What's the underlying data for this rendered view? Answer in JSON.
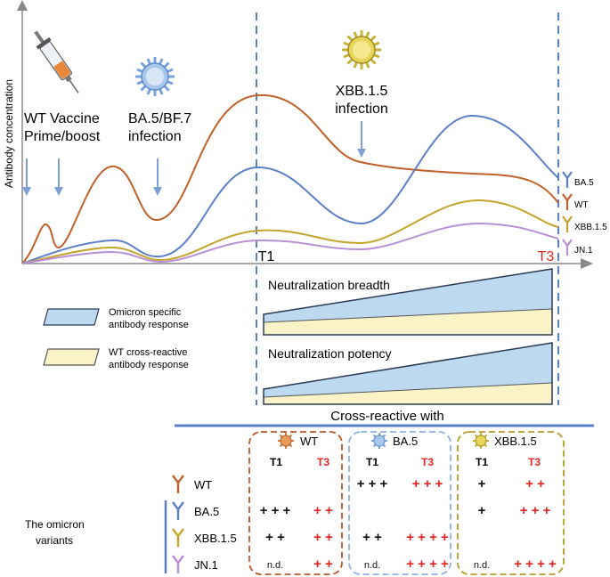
{
  "y_axis_label": "Antibody concentration",
  "annotations": {
    "vaccine": [
      "WT Vaccine",
      "Prime/boost"
    ],
    "ba5": [
      "BA.5/BF.7",
      "infection"
    ],
    "xbb": [
      "XBB.1.5",
      "infection"
    ]
  },
  "timepoints": {
    "t1": "T1",
    "t3": "T3"
  },
  "curve_labels": [
    "BA.5",
    "WT",
    "XBB.1.5",
    "JN.1"
  ],
  "colors": {
    "ba5": "#5b80c8",
    "wt": "#c0602a",
    "xbb": "#c4a42c",
    "jn1": "#b98fd8",
    "red": "#e32222",
    "axis": "#888888",
    "dashed": "#5a7fc9",
    "omicron_fill": "#bcd9ef",
    "wt_fill": "#fbf3c8"
  },
  "legend": {
    "omicron": [
      "Omicron specific",
      "antibody response"
    ],
    "wt": [
      "WT cross-reactive",
      "antibody response"
    ]
  },
  "panels": {
    "breadth": "Neutralization breadth",
    "potency": "Neutralization potency"
  },
  "cross_reactive": {
    "title": "Cross-reactive with",
    "columns": [
      "WT",
      "BA.5",
      "XBB.1.5"
    ],
    "t1": "T1",
    "t3": "T3",
    "row_labels": [
      "WT",
      "BA.5",
      "XBB.1.5",
      "JN.1"
    ],
    "group_label": [
      "The omicron",
      "variants"
    ],
    "cells": [
      [
        {
          "t1": "",
          "t3": ""
        },
        {
          "t1": "+ + +",
          "t3": "+ + +"
        },
        {
          "t1": "+",
          "t3": "+ +"
        }
      ],
      [
        {
          "t1": "+ + +",
          "t3": "+ +"
        },
        {
          "t1": "",
          "t3": ""
        },
        {
          "t1": "+",
          "t3": "+ + +"
        }
      ],
      [
        {
          "t1": "+ +",
          "t3": "+ +"
        },
        {
          "t1": "+ +",
          "t3": "+ + + +"
        },
        {
          "t1": "",
          "t3": ""
        }
      ],
      [
        {
          "t1": "n.d.",
          "t3": "+ +"
        },
        {
          "t1": "n.d.",
          "t3": "+ + + +"
        },
        {
          "t1": "n.d.",
          "t3": "+ + + +"
        }
      ]
    ]
  }
}
